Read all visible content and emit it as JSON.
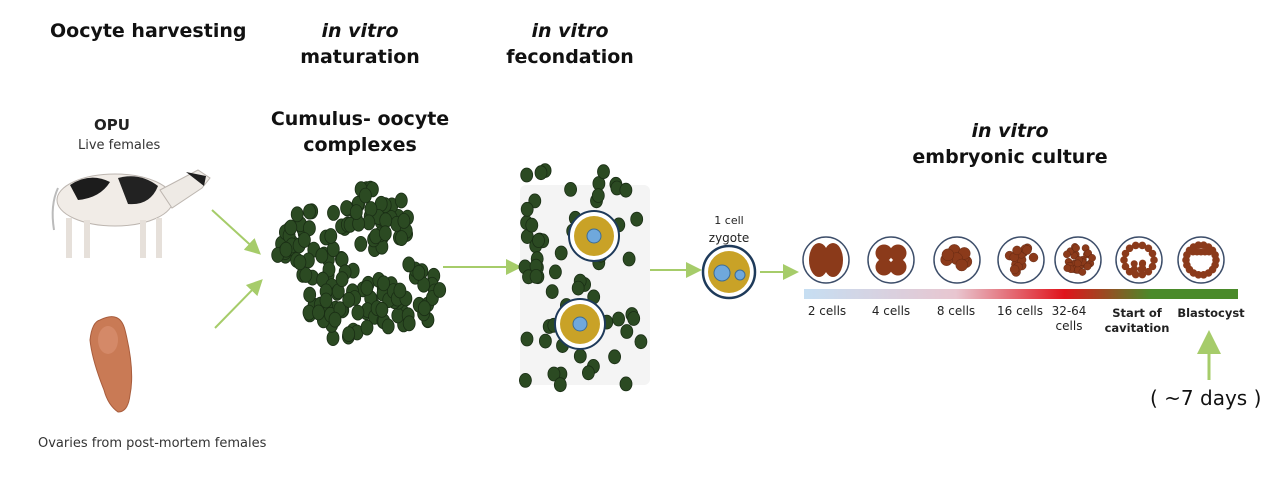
{
  "headings": {
    "harvest": "Oocyte harvesting",
    "ivm_italic": "in vitro",
    "ivm": "maturation",
    "ivf_italic": "in vitro",
    "ivf": "fecondation",
    "coc_line1": "Cumulus- oocyte",
    "coc_line2": "complexes",
    "culture_italic": "in vitro",
    "culture": "embryonic culture"
  },
  "sources": {
    "opu_title": "OPU",
    "opu_sub": "Live females",
    "ovaries": "Ovaries from post-mortem females"
  },
  "zygote": {
    "line1": "1 cell",
    "line2": "zygote"
  },
  "stages": [
    {
      "label": "2 cells"
    },
    {
      "label": "4 cells"
    },
    {
      "label": "8 cells"
    },
    {
      "label": "16 cells"
    },
    {
      "label": "32-64 cells"
    },
    {
      "label": "Start of cavitation"
    },
    {
      "label": "Blastocyst"
    }
  ],
  "duration": "( ~7 days )",
  "colors": {
    "cumulus": "#2b4a22",
    "oocyte": "#c9a227",
    "nucleus": "#6fa8dc",
    "embryo": "#8b3a1a",
    "arrow": "#a6cc6a",
    "bar_start": "#c6def2",
    "bar_mid": "#e0141c",
    "bar_end": "#4a8a2a"
  }
}
